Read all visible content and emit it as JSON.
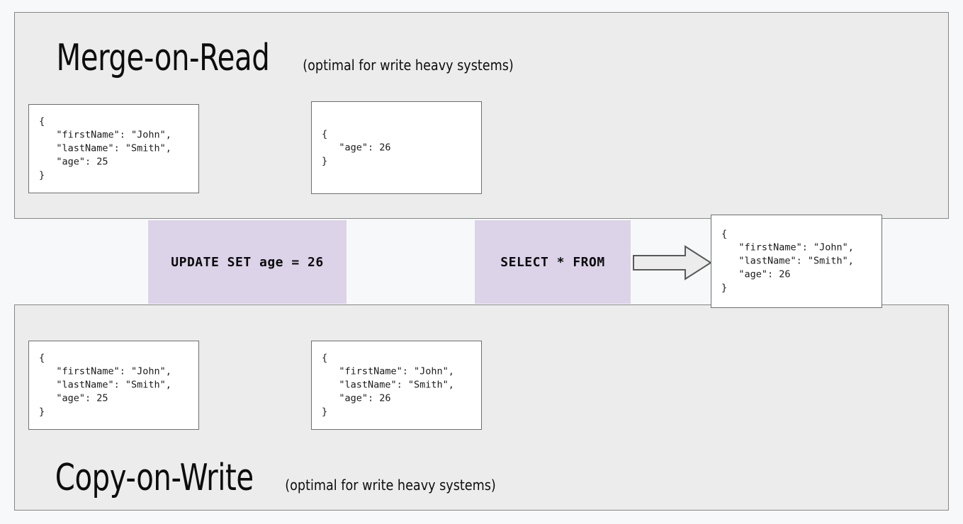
{
  "page": {
    "background_color": "#f7f8fa",
    "panel_color": "#ececec",
    "band_color": "#dcd3e8",
    "box_color": "#ffffff",
    "border_color": "#6e6e6e"
  },
  "sections": {
    "merge_on_read": {
      "title": "Merge-on-Read",
      "subtitle": "(optimal for write heavy systems)",
      "base_record": "{\n   \"firstName\": \"John\",\n   \"lastName\": \"Smith\",\n   \"age\": 25\n}",
      "delta_record": "{\n   \"age\": 26\n}"
    },
    "copy_on_write": {
      "title": "Copy-on-Write",
      "subtitle": "(optimal for write heavy systems)",
      "base_record": "{\n   \"firstName\": \"John\",\n   \"lastName\": \"Smith\",\n   \"age\": 25\n}",
      "new_record": "{\n   \"firstName\": \"John\",\n   \"lastName\": \"Smith\",\n   \"age\": 26\n}"
    }
  },
  "operations": {
    "update": "UPDATE SET age = 26",
    "select": "SELECT * FROM"
  },
  "result": {
    "record": "{\n   \"firstName\": \"John\",\n   \"lastName\": \"Smith\",\n   \"age\": 26\n}"
  },
  "icons": {
    "flow_arrow": "right-block-arrow"
  }
}
